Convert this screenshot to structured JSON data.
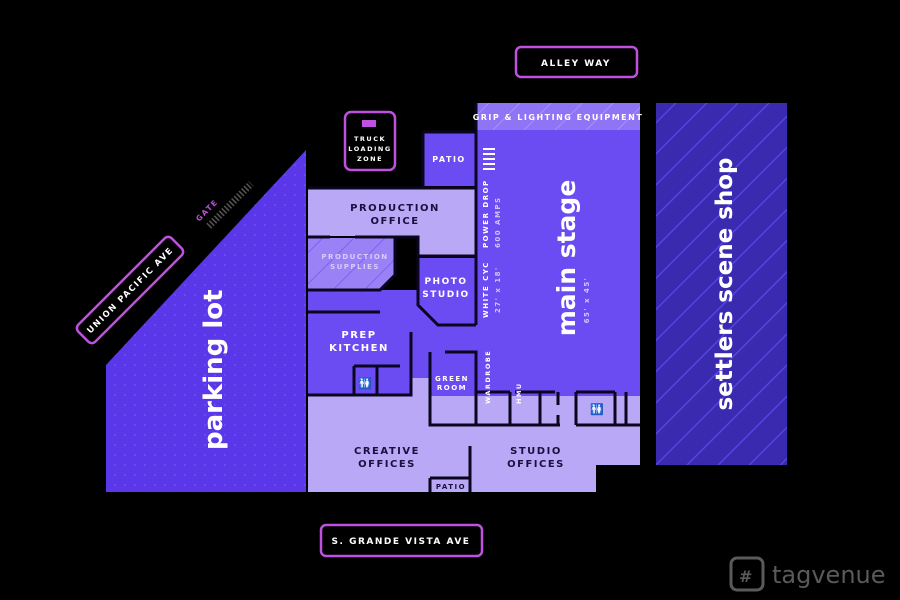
{
  "streets": {
    "alley": "ALLEY WAY",
    "union_pacific": "UNION PACIFIC AVE",
    "grande_vista": "S. GRANDE VISTA AVE",
    "gate": "GATE"
  },
  "truck_zone": [
    "TRUCK",
    "LOADING",
    "ZONE"
  ],
  "rooms": {
    "parking_lot": "parking lot",
    "production_office": [
      "PRODUCTION",
      "OFFICE"
    ],
    "production_supplies": [
      "PRODUCTION",
      "SUPPLIES"
    ],
    "patio_top": "PATIO",
    "photo_studio": [
      "PHOTO",
      "STUDIO"
    ],
    "prep_kitchen": [
      "PREP",
      "KITCHEN"
    ],
    "green_room": [
      "GREEN",
      "ROOM"
    ],
    "wardrobe": "WARDROBE",
    "hmu": "HMU",
    "creative_offices": [
      "CREATIVE",
      "OFFICES"
    ],
    "studio_offices": [
      "STUDIO",
      "OFFICES"
    ],
    "patio_bottom": "PATIO",
    "grip": "GRIP & LIGHTING EQUIPMENT",
    "main_stage": "main stage",
    "main_stage_size": "65' x 45'",
    "power_drop": "POWER DROP",
    "power_amps": "600 AMPS",
    "white_cyc": "WHITE CYC",
    "white_cyc_size": "27' x 18'",
    "scene_shop": "settlers scene shop"
  },
  "brand": "tagvenue",
  "colors": {
    "parking": "#5b37ea",
    "stage": "#6a4cf2",
    "light": "#b9a8f5",
    "scene_shop": "#3a2ab0",
    "outline": "#c050e0"
  }
}
